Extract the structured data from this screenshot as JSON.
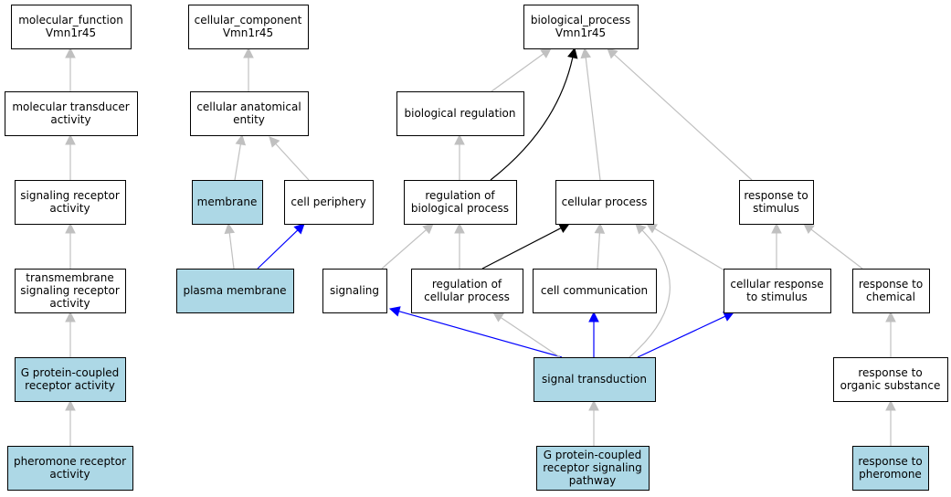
{
  "colors": {
    "highlight_fill": "#add8e6",
    "default_fill": "#ffffff",
    "border": "#000000",
    "edge_gray": "#c0c0c0",
    "edge_blue": "#0000ff",
    "edge_black": "#000000"
  },
  "nodes": [
    {
      "id": "mf",
      "lines": [
        "molecular_function",
        "Vmn1r45"
      ],
      "highlight": false
    },
    {
      "id": "mta",
      "lines": [
        "molecular transducer",
        "activity"
      ],
      "highlight": false
    },
    {
      "id": "sra",
      "lines": [
        "signaling receptor",
        "activity"
      ],
      "highlight": false
    },
    {
      "id": "tsra",
      "lines": [
        "transmembrane",
        "signaling receptor",
        "activity"
      ],
      "highlight": false
    },
    {
      "id": "gpcra",
      "lines": [
        "G protein-coupled",
        "receptor activity"
      ],
      "highlight": true
    },
    {
      "id": "pra",
      "lines": [
        "pheromone receptor",
        "activity"
      ],
      "highlight": true
    },
    {
      "id": "cc",
      "lines": [
        "cellular_component",
        "Vmn1r45"
      ],
      "highlight": false
    },
    {
      "id": "cae",
      "lines": [
        "cellular anatomical",
        "entity"
      ],
      "highlight": false
    },
    {
      "id": "mem",
      "lines": [
        "membrane"
      ],
      "highlight": true
    },
    {
      "id": "cp",
      "lines": [
        "cell periphery"
      ],
      "highlight": false
    },
    {
      "id": "pm",
      "lines": [
        "plasma membrane"
      ],
      "highlight": true
    },
    {
      "id": "bp",
      "lines": [
        "biological_process",
        "Vmn1r45"
      ],
      "highlight": false
    },
    {
      "id": "br",
      "lines": [
        "biological regulation"
      ],
      "highlight": false
    },
    {
      "id": "rbp",
      "lines": [
        "regulation of",
        "biological process"
      ],
      "highlight": false
    },
    {
      "id": "cpr",
      "lines": [
        "cellular process"
      ],
      "highlight": false
    },
    {
      "id": "rts",
      "lines": [
        "response to",
        "stimulus"
      ],
      "highlight": false
    },
    {
      "id": "sig",
      "lines": [
        "signaling"
      ],
      "highlight": false
    },
    {
      "id": "rcp",
      "lines": [
        "regulation of",
        "cellular process"
      ],
      "highlight": false
    },
    {
      "id": "ccom",
      "lines": [
        "cell communication"
      ],
      "highlight": false
    },
    {
      "id": "crs",
      "lines": [
        "cellular response",
        "to stimulus"
      ],
      "highlight": false
    },
    {
      "id": "rtc",
      "lines": [
        "response to",
        "chemical"
      ],
      "highlight": false
    },
    {
      "id": "st",
      "lines": [
        "signal transduction"
      ],
      "highlight": true
    },
    {
      "id": "rtos",
      "lines": [
        "response to",
        "organic substance"
      ],
      "highlight": false
    },
    {
      "id": "gpcrp",
      "lines": [
        "G protein-coupled",
        "receptor signaling",
        "pathway"
      ],
      "highlight": true
    },
    {
      "id": "rtp",
      "lines": [
        "response to",
        "pheromone"
      ],
      "highlight": true
    }
  ],
  "edges": [
    {
      "from": "mta",
      "to": "mf",
      "color": "gray"
    },
    {
      "from": "sra",
      "to": "mta",
      "color": "gray"
    },
    {
      "from": "tsra",
      "to": "sra",
      "color": "gray"
    },
    {
      "from": "gpcra",
      "to": "tsra",
      "color": "gray"
    },
    {
      "from": "pra",
      "to": "gpcra",
      "color": "gray"
    },
    {
      "from": "cae",
      "to": "cc",
      "color": "gray"
    },
    {
      "from": "mem",
      "to": "cae",
      "color": "gray"
    },
    {
      "from": "cp",
      "to": "cae",
      "color": "gray"
    },
    {
      "from": "pm",
      "to": "mem",
      "color": "gray"
    },
    {
      "from": "pm",
      "to": "cp",
      "color": "blue"
    },
    {
      "from": "br",
      "to": "bp",
      "color": "gray"
    },
    {
      "from": "rbp",
      "to": "bp",
      "color": "black"
    },
    {
      "from": "cpr",
      "to": "bp",
      "color": "gray"
    },
    {
      "from": "rts",
      "to": "bp",
      "color": "gray"
    },
    {
      "from": "rbp",
      "to": "br",
      "color": "gray"
    },
    {
      "from": "sig",
      "to": "rbp",
      "color": "gray"
    },
    {
      "from": "rcp",
      "to": "rbp",
      "color": "gray"
    },
    {
      "from": "rcp",
      "to": "cpr",
      "color": "black"
    },
    {
      "from": "ccom",
      "to": "cpr",
      "color": "gray"
    },
    {
      "from": "crs",
      "to": "cpr",
      "color": "gray"
    },
    {
      "from": "st",
      "to": "cpr",
      "color": "gray"
    },
    {
      "from": "crs",
      "to": "rts",
      "color": "gray"
    },
    {
      "from": "rtc",
      "to": "rts",
      "color": "gray"
    },
    {
      "from": "st",
      "to": "sig",
      "color": "blue"
    },
    {
      "from": "st",
      "to": "rcp",
      "color": "gray"
    },
    {
      "from": "st",
      "to": "ccom",
      "color": "blue"
    },
    {
      "from": "st",
      "to": "crs",
      "color": "blue"
    },
    {
      "from": "rtos",
      "to": "rtc",
      "color": "gray"
    },
    {
      "from": "gpcrp",
      "to": "st",
      "color": "gray"
    },
    {
      "from": "rtp",
      "to": "rtos",
      "color": "gray"
    }
  ]
}
